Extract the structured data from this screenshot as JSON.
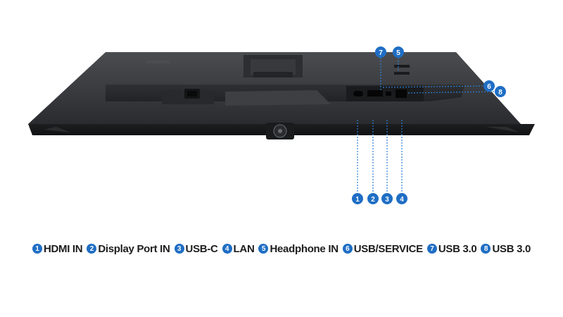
{
  "product": {
    "brand_label": "SAMSUNG"
  },
  "accent_color": "#1f6ec4",
  "callouts": [
    {
      "num": "1"
    },
    {
      "num": "2"
    },
    {
      "num": "3"
    },
    {
      "num": "4"
    },
    {
      "num": "5"
    },
    {
      "num": "6"
    },
    {
      "num": "7"
    },
    {
      "num": "8"
    }
  ],
  "legend": [
    {
      "num": "1",
      "label": "HDMI IN"
    },
    {
      "num": "2",
      "label": "Display Port IN"
    },
    {
      "num": "3",
      "label": "USB-C"
    },
    {
      "num": "4",
      "label": "LAN"
    },
    {
      "num": "5",
      "label": "Headphone IN"
    },
    {
      "num": "6",
      "label": "USB/SERVICE"
    },
    {
      "num": "7",
      "label": "USB 3.0"
    },
    {
      "num": "8",
      "label": "USB 3.0"
    }
  ]
}
